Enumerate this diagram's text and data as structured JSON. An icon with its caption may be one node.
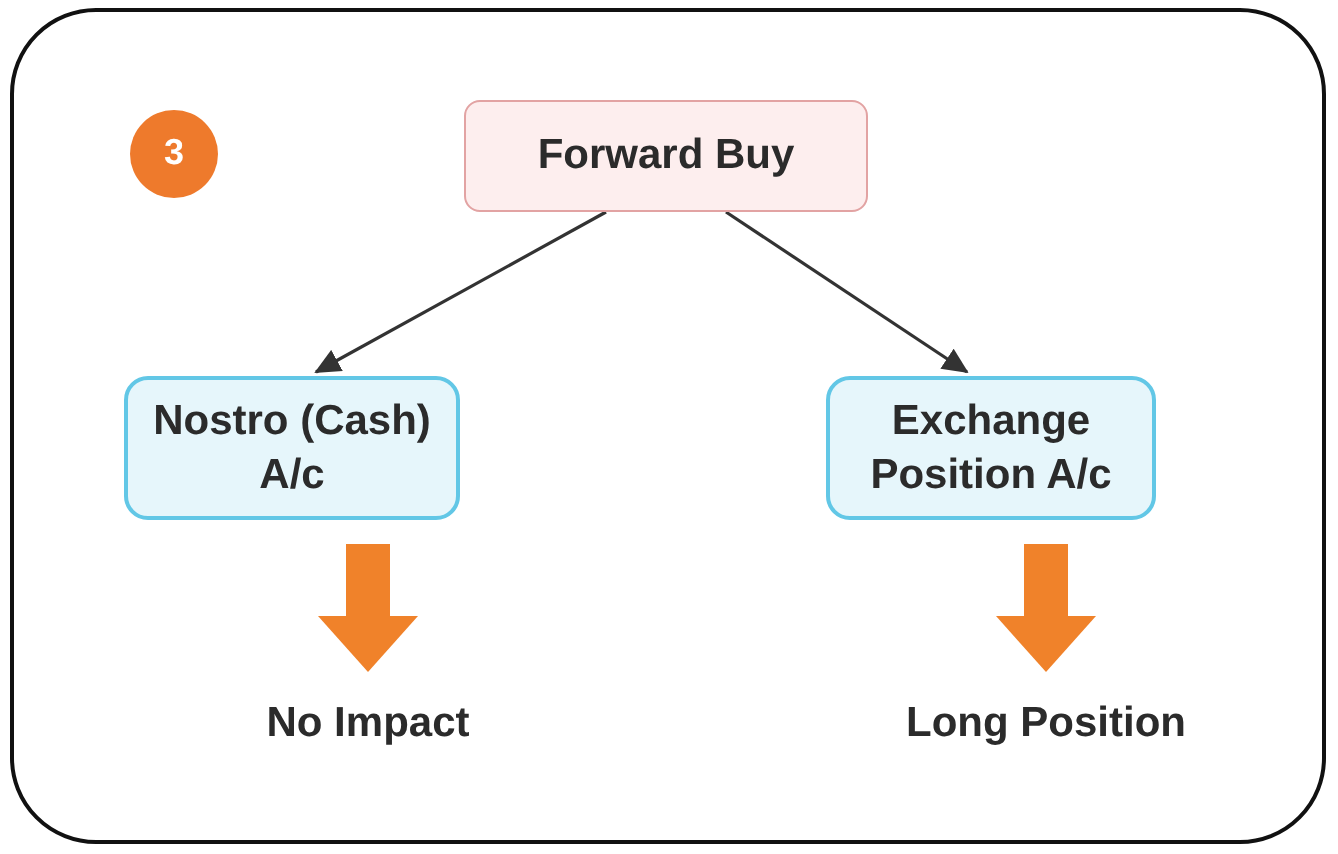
{
  "diagram": {
    "nodes": [
      {
        "text": [
          "3"
        ]
      },
      {
        "text": [
          "Forward Buy"
        ]
      },
      {
        "text": [
          "Nostro (Cash) A/c"
        ]
      },
      {
        "text": [
          "Exchange Position A/c"
        ]
      },
      {
        "text": [
          "No Impact"
        ]
      },
      {
        "text": [
          "Long Position"
        ]
      }
    ],
    "edges": [
      {
        "from": 1,
        "to": 2,
        "arrow": "to"
      },
      {
        "from": 1,
        "to": 3,
        "arrow": "to"
      },
      {
        "from": 2,
        "to": 4,
        "arrow": "to",
        "style": "thick",
        "color": "#f0822a"
      },
      {
        "from": 3,
        "to": 5,
        "arrow": "to",
        "style": "thick",
        "color": "#f0822a"
      }
    ]
  }
}
